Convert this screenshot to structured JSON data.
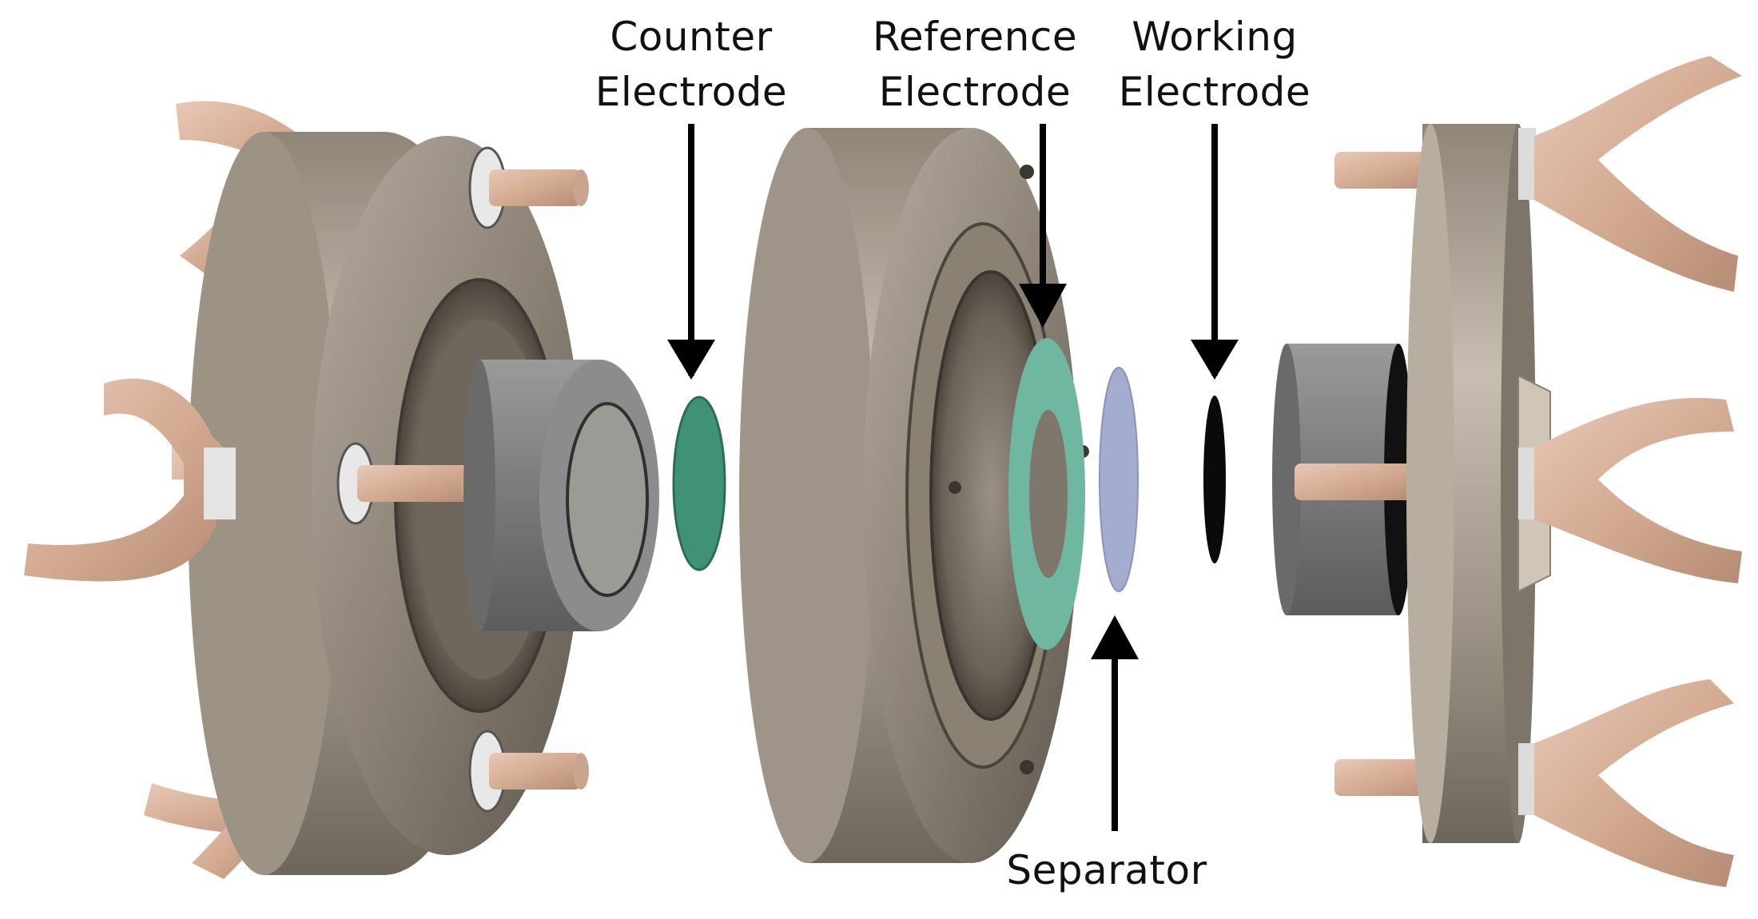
{
  "labels": {
    "counter": [
      "Counter",
      "Electrode"
    ],
    "reference": [
      "Reference",
      "Electrode"
    ],
    "working": [
      "Working",
      "Electrode"
    ],
    "separator": "Separator"
  },
  "colors": {
    "background": "#ffffff",
    "steel": "#a89f92",
    "copper": "#d8b39f",
    "foam": "#7d7d7d",
    "counter_electrode": "#3f9276",
    "reference_electrode": "#6fb7a0",
    "separator": "#a4acd0",
    "working_electrode": "#0a0a0a",
    "arrow": "#000000"
  }
}
